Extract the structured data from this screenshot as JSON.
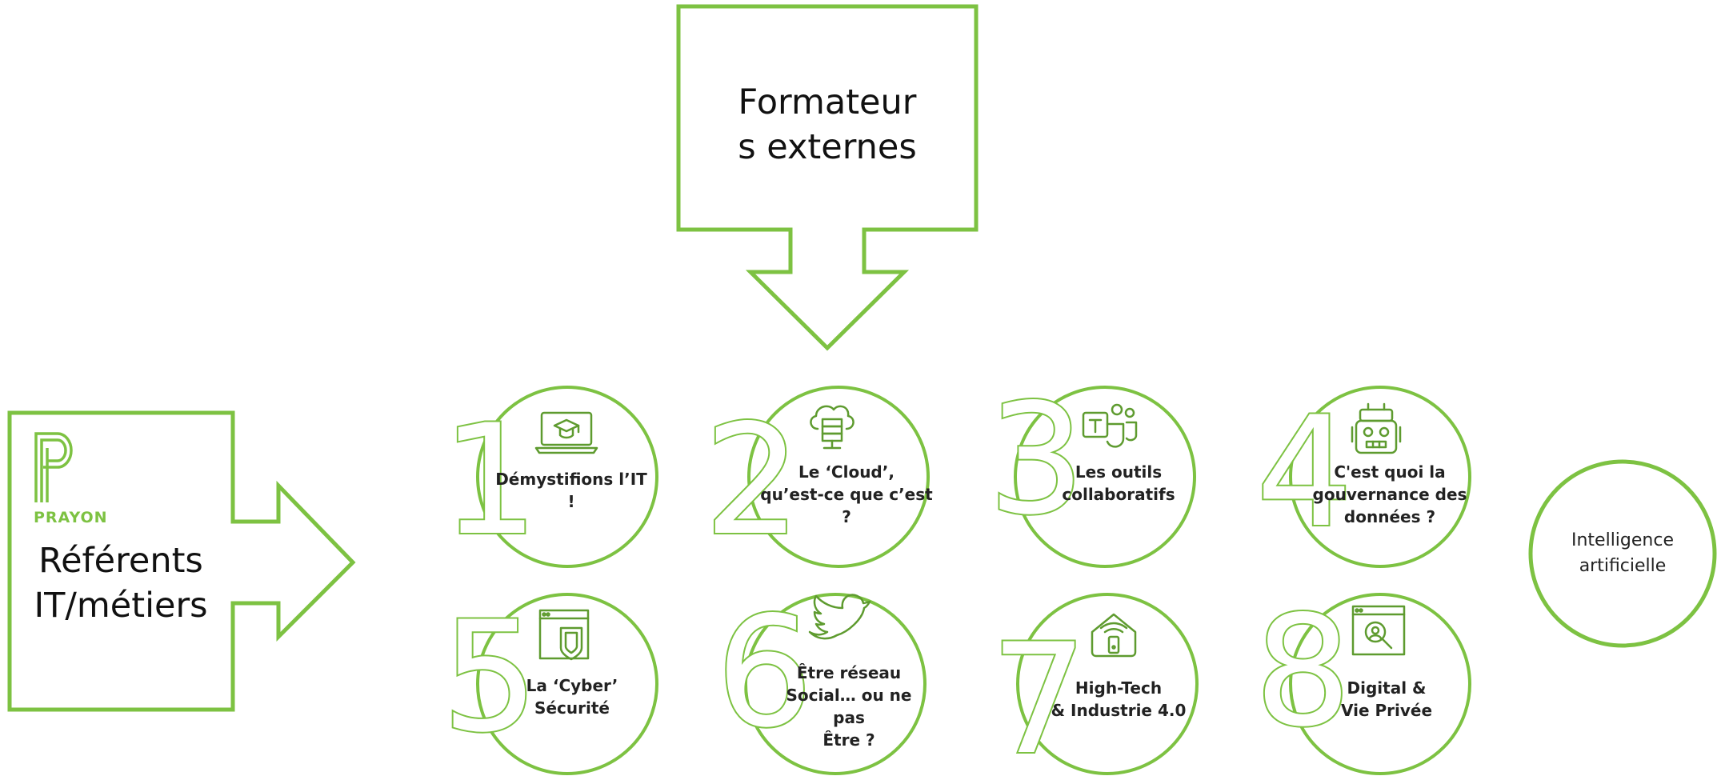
{
  "colors": {
    "accent": "#7dc242",
    "icon": "#5e9b2f",
    "text": "#111111"
  },
  "trainers_box": {
    "label": "Formateur\ns externes"
  },
  "referents_box": {
    "brand": "PRAYON",
    "label": "Référents\nIT/métiers"
  },
  "modules": [
    {
      "number": "1",
      "label": "Démystifions l’IT\n!",
      "icon": "laptop-graduation-cap-icon"
    },
    {
      "number": "2",
      "label": "Le ‘Cloud’,\nqu’est-ce que c’est ?",
      "icon": "cloud-server-icon"
    },
    {
      "number": "3",
      "label": "Les outils\ncollaboratifs",
      "icon": "teams-icon"
    },
    {
      "number": "4",
      "label": "C'est quoi la\ngouvernance des\ndonnées ?",
      "icon": "robot-icon"
    },
    {
      "number": "5",
      "label": "La ‘Cyber’\nSécurité",
      "icon": "shield-window-icon"
    },
    {
      "number": "6",
      "label": "Être réseau\nSocial… ou ne pas\nÊtre ?",
      "icon": "bird-icon"
    },
    {
      "number": "7",
      "label": "High-Tech\n& Industrie 4.0",
      "icon": "smart-home-icon"
    },
    {
      "number": "8",
      "label": "Digital &\nVie Privée",
      "icon": "search-window-icon"
    }
  ],
  "extra_topic": {
    "label": "Intelligence\nartificielle"
  }
}
